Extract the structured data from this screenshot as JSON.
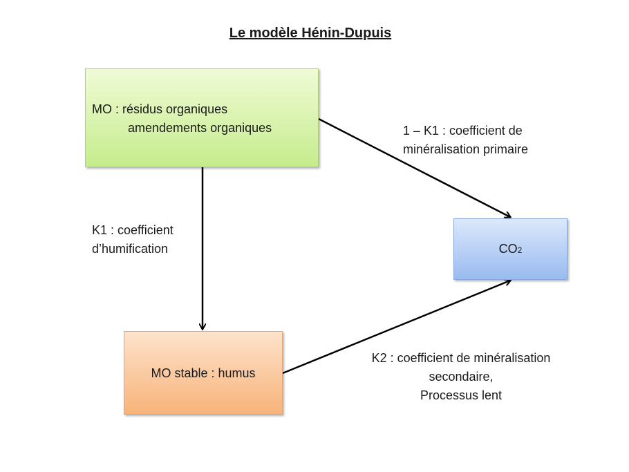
{
  "title": "Le modèle Hénin-Dupuis",
  "nodes": {
    "organic_matter": {
      "line1": "MO : résidus organiques",
      "line2": "amendements organiques",
      "color": "#d4f29e"
    },
    "co2": {
      "main": "CO",
      "sub": "2",
      "color": "#b4cdf5"
    },
    "humus": {
      "label": "MO stable : humus",
      "color": "#fbc89a"
    }
  },
  "edges": {
    "primary": {
      "line1": "1 – K1 : coefficient de",
      "line2": "minéralisation primaire"
    },
    "humification": {
      "line1": "K1 : coefficient",
      "line2": "d’humification"
    },
    "secondary": {
      "line1": "K2 : coefficient de minéralisation",
      "line2": "secondaire,",
      "line3": "Processus lent"
    }
  }
}
